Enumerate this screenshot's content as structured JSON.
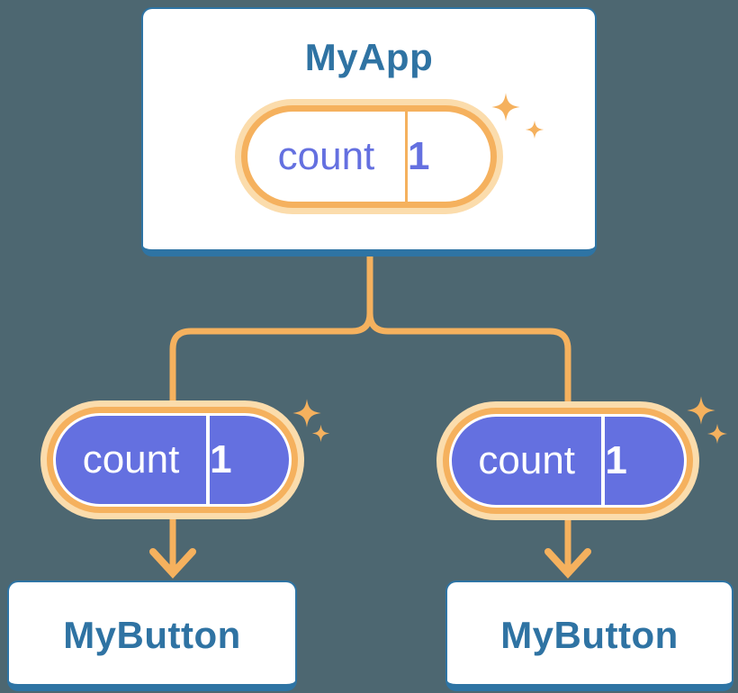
{
  "colors": {
    "canvas_bg": "#4D6771",
    "card_bg": "#FFFFFF",
    "blue_border": "#2E74A4",
    "blue_text": "#2F73A3",
    "orange": "#F5B15E",
    "orange_pale": "#FBDCAC",
    "purple": "#6470E0"
  },
  "diagram": {
    "root": {
      "title": "MyApp",
      "state": {
        "key": "count",
        "value": "1"
      }
    },
    "children": [
      {
        "title": "MyButton",
        "prop": {
          "key": "count",
          "value": "1"
        }
      },
      {
        "title": "MyButton",
        "prop": {
          "key": "count",
          "value": "1"
        }
      }
    ]
  }
}
